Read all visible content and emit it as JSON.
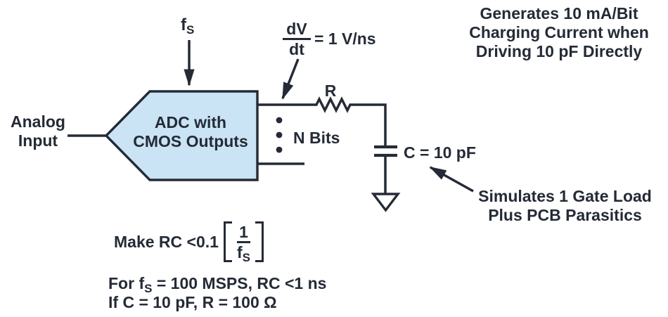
{
  "colors": {
    "ink": "#242b36",
    "adc_fill": "#cae4f5",
    "background": "#ffffff"
  },
  "diagram": {
    "analog_input": {
      "line1": "Analog",
      "line2": "Input"
    },
    "sample_rate": {
      "base": "f",
      "sub": "S"
    },
    "adc": {
      "line1": "ADC with",
      "line2": "CMOS Outputs"
    },
    "slew": {
      "num": "dV",
      "den": "dt",
      "value": "= 1 V/ns"
    },
    "resistor_label": "R",
    "n_bits_label": "N Bits",
    "cap_label": "C = 10 pF",
    "top_note": {
      "line1": "Generates 10 mA/Bit",
      "line2": "Charging Current when",
      "line3": "Driving 10 pF Directly"
    },
    "cap_note": {
      "line1": "Simulates 1 Gate Load",
      "line2": "Plus PCB Parasitics"
    },
    "formula": {
      "prefix": "Make RC <0.1",
      "num": "1",
      "den_base": "f",
      "den_sub": "S"
    },
    "footnote1": {
      "pre": "For f",
      "sub": "S",
      "post": " = 100 MSPS, RC <1 ns"
    },
    "footnote2": "If C = 10 pF, R = 100 Ω"
  }
}
